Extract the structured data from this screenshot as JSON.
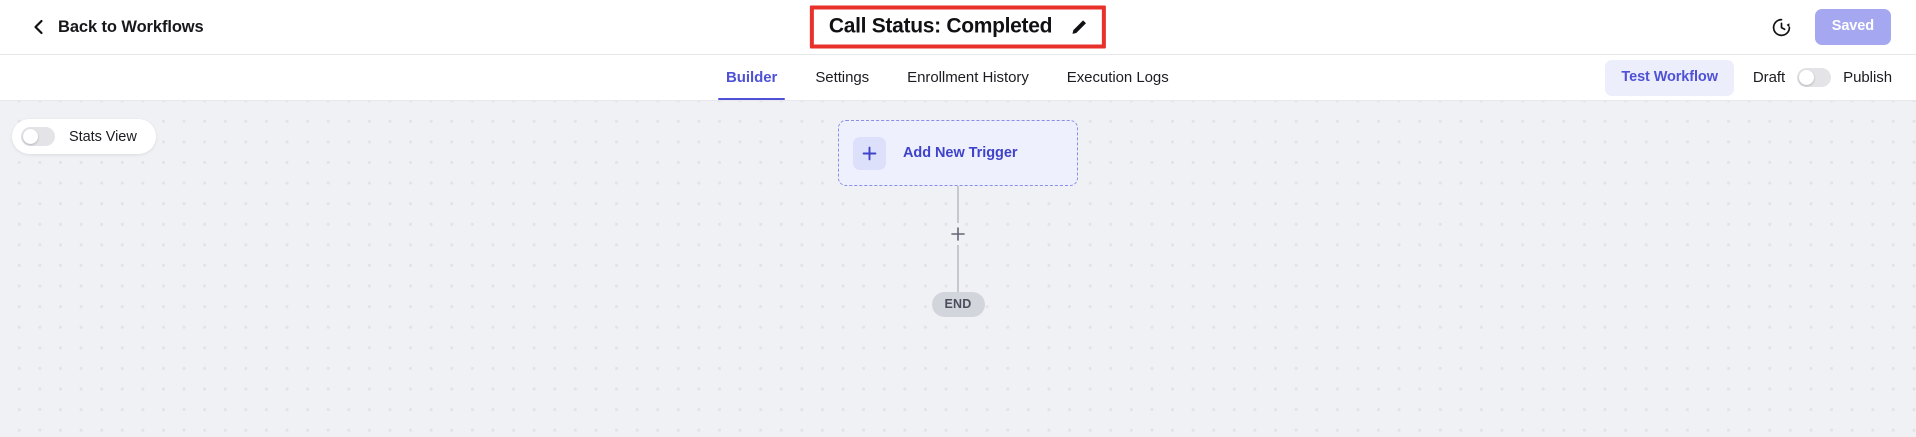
{
  "header": {
    "back_label": "Back to Workflows",
    "back_icon": "chevron-left-icon",
    "title": "Call Status: Completed",
    "edit_icon": "pencil-edit-icon",
    "history_icon": "clock-history-icon",
    "save_status_label": "Saved",
    "highlight_color": "#e8312b",
    "accent_color": "#4f52d6",
    "saved_button_color": "#a5a7f0"
  },
  "tabs": [
    {
      "label": "Builder",
      "active": true
    },
    {
      "label": "Settings",
      "active": false
    },
    {
      "label": "Enrollment History",
      "active": false
    },
    {
      "label": "Execution Logs",
      "active": false
    }
  ],
  "tab_actions": {
    "test_workflow_label": "Test Workflow",
    "draft_label": "Draft",
    "publish_label": "Publish",
    "publish_toggle_state": "off"
  },
  "canvas": {
    "stats_view_label": "Stats View",
    "stats_view_toggle_state": "off",
    "background_color": "#f0f1f4",
    "dot_color": "#e2e3e7",
    "nodes": {
      "trigger": {
        "label": "Add New Trigger",
        "plus_icon": "plus-icon",
        "border_style": "dashed",
        "border_color": "#8b8ee8",
        "fill_color": "#eef0fd",
        "text_color": "#3f43c9"
      },
      "add_step": {
        "icon": "plus-icon"
      },
      "end": {
        "label": "END",
        "fill_color": "#d3d5dd",
        "text_color": "#4b4e5a"
      }
    }
  }
}
